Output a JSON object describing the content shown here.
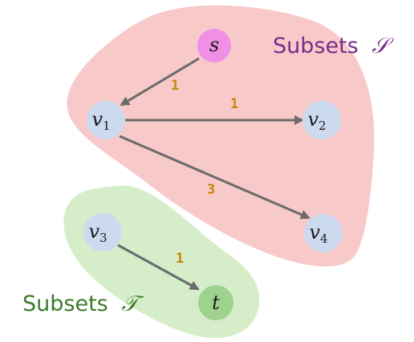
{
  "diagram": {
    "sets": {
      "S": {
        "label": "Subsets",
        "symbol": "𝒮",
        "fill": "#f7c9c9",
        "text_color": "#7b2c8a"
      },
      "T": {
        "label": "Subsets",
        "symbol": "𝒯",
        "fill": "#d6edc9",
        "text_color": "#3d7a2a"
      }
    },
    "nodes": {
      "s": {
        "label": "s",
        "sub": "",
        "fill": "#ef8fe6"
      },
      "v1": {
        "label": "v",
        "sub": "1",
        "fill": "#cdd9ee"
      },
      "v2": {
        "label": "v",
        "sub": "2",
        "fill": "#cdd9ee"
      },
      "v3": {
        "label": "v",
        "sub": "3",
        "fill": "#cdd9ee"
      },
      "v4": {
        "label": "v",
        "sub": "4",
        "fill": "#cdd9ee"
      },
      "t": {
        "label": "t",
        "sub": "",
        "fill": "#9fd18f"
      }
    },
    "edges": [
      {
        "from": "s",
        "to": "v1",
        "weight": "1"
      },
      {
        "from": "v1",
        "to": "v2",
        "weight": "1"
      },
      {
        "from": "v1",
        "to": "v4",
        "weight": "3"
      },
      {
        "from": "v3",
        "to": "t",
        "weight": "1"
      }
    ],
    "colors": {
      "edge": "#6b6b6b",
      "weight": "#c8860a"
    }
  }
}
